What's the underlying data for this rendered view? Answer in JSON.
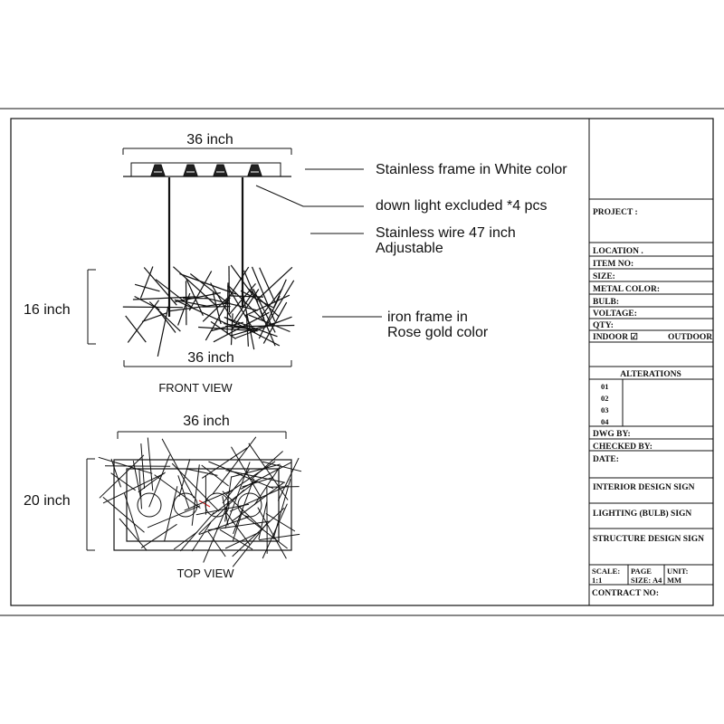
{
  "front_view": {
    "caption": "FRONT VIEW",
    "dim_top": "36 inch",
    "dim_bottom": "36 inch",
    "dim_left": "16 inch",
    "callouts": {
      "frame": "Stainless frame in White color",
      "downlight": "down light excluded *4 pcs",
      "wire_line1": "Stainless wire 47 inch",
      "wire_line2": "Adjustable",
      "iron_line1": "iron frame in",
      "iron_line2": "Rose gold color"
    }
  },
  "top_view": {
    "caption": "TOP VIEW",
    "dim_top": "36 inch",
    "dim_left": "20 inch"
  },
  "title_block": {
    "project": "PROJECT :",
    "location": "LOCATION .",
    "item_no": "ITEM NO:",
    "size": "SIZE:",
    "metal_color": "METAL COLOR:",
    "bulb": "BULB:",
    "voltage": "VOLTAGE:",
    "qty": "QTY:",
    "indoor": "INDOOR ☑",
    "outdoor": "OUTDOOR",
    "alterations": "ALTERATIONS",
    "alt_rows": [
      "01",
      "02",
      "03",
      "04"
    ],
    "dwg_by": "DWG BY:",
    "checked_by": "CHECKED BY:",
    "date": "DATE:",
    "interior_sign": "INTERIOR DESIGN SIGN",
    "lighting_sign": "LIGHTING (BULB) SIGN",
    "structure_sign": "STRUCTURE DESIGN SIGN",
    "scale_label": "SCALE:",
    "scale_value": "1:1",
    "page_label": "PAGE",
    "size_label": "SIZE:",
    "size_value": "A4",
    "unit_label": "UNIT:",
    "unit_value": "MM",
    "contract_no": "CONTRACT NO:"
  }
}
